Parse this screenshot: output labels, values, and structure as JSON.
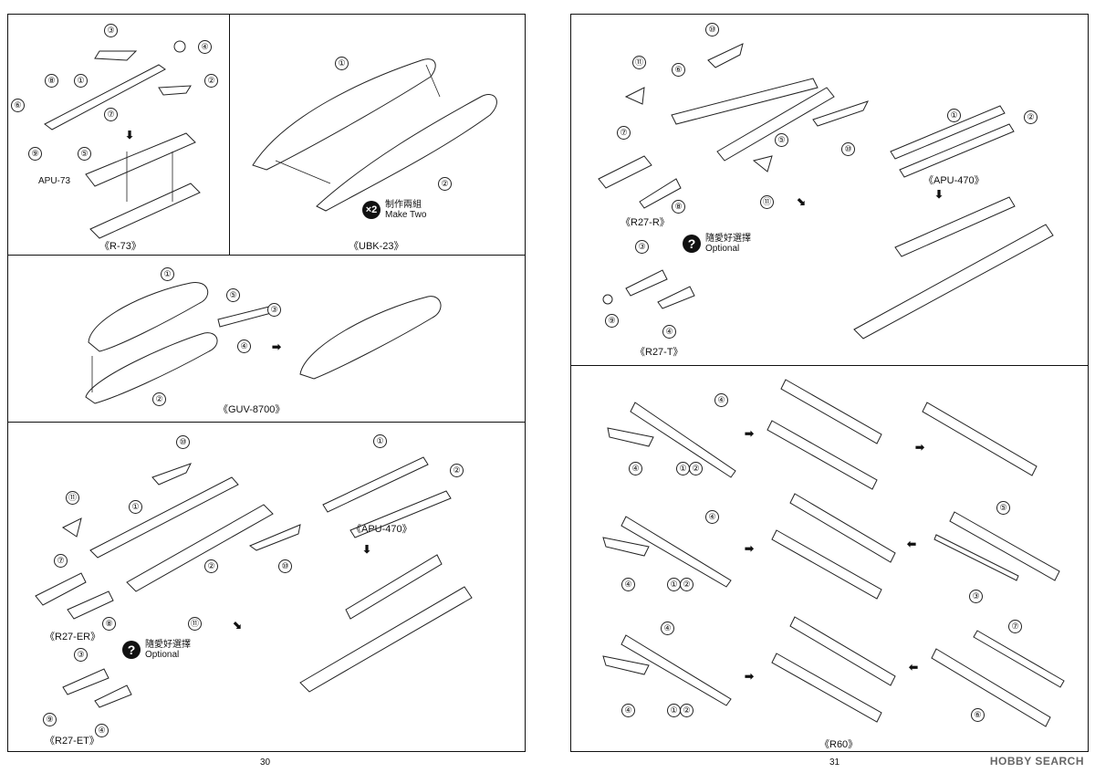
{
  "left_page": {
    "r73": {
      "caption": "《R-73》",
      "apu_label": "APU-73",
      "parts": [
        "③",
        "④",
        "⑧",
        "①",
        "②",
        "⑥",
        "⑦",
        "⑨",
        "⑤"
      ]
    },
    "ubk23": {
      "caption": "《UBK-23》",
      "make_two_badge": "×2",
      "make_two_cn": "制作兩組",
      "make_two_en": "Make Two",
      "parts": [
        "①",
        "②"
      ]
    },
    "guv8700": {
      "caption": "《GUV-8700》",
      "parts": [
        "①",
        "⑤",
        "③",
        "④",
        "②"
      ]
    },
    "r27er": {
      "caption_er": "《R27-ER》",
      "caption_et": "《R27-ET》",
      "apu_caption": "《APU-470》",
      "optional_cn": "隨愛好選擇",
      "optional_en": "Optional",
      "parts": [
        "⑩",
        "①",
        "⑪",
        "②",
        "⑦",
        "⑧",
        "⑪",
        "③",
        "⑨",
        "④",
        "①",
        "②",
        "⑩"
      ]
    },
    "page_number": "30"
  },
  "right_page": {
    "r27r": {
      "caption_r": "《R27-R》",
      "caption_t": "《R27-T》",
      "apu_caption": "《APU-470》",
      "optional_cn": "隨愛好選擇",
      "optional_en": "Optional",
      "parts": [
        "⑩",
        "⑪",
        "⑥",
        "⑦",
        "⑤",
        "⑩",
        "⑧",
        "⑪",
        "①",
        "②",
        "③",
        "⑨",
        "④"
      ]
    },
    "r60": {
      "caption": "《R60》",
      "parts": [
        "④",
        "④",
        "①",
        "②",
        "④",
        "④",
        "①",
        "②",
        "⑤",
        "③",
        "④",
        "④",
        "①",
        "②",
        "⑦",
        "⑥"
      ]
    },
    "page_number": "31"
  },
  "watermark": "HOBBY SEARCH"
}
